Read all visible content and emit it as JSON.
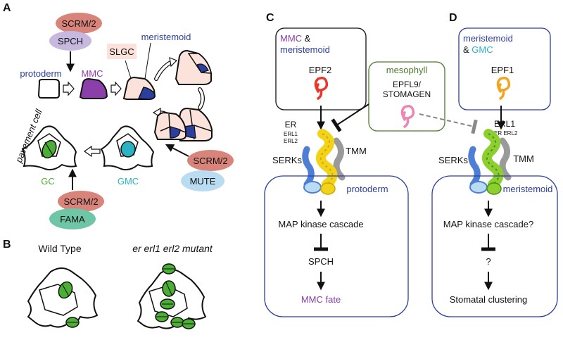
{
  "panels": {
    "A": {
      "letter": "A",
      "proteins": {
        "scrm_top": "SCRM/2",
        "spch": "SPCH",
        "scrm_mid": "SCRM/2",
        "mute": "MUTE",
        "scrm_bottom": "SCRM/2",
        "fama": "FAMA"
      },
      "cells": {
        "protoderm": "protoderm",
        "mmc": "MMC",
        "slgc": "SLGC",
        "meristemoid": "meristemoid",
        "pavement_cell": "pavement cell",
        "gc": "GC",
        "gmc": "GMC"
      }
    },
    "B": {
      "letter": "B",
      "wild_type": "Wild Type",
      "mutant": "er erl1 erl2 mutant"
    },
    "C": {
      "letter": "C",
      "header_part1": "MMC",
      "header_amp": " &",
      "header_part2": "meristemoid",
      "ligand": "EPF2",
      "receptor": "ER",
      "receptor_sub1": "ERL1",
      "receptor_sub2": "ERL2",
      "coreceptor": "SERKs",
      "tmm": "TMM",
      "compartment": "protoderm",
      "step1": "MAP kinase cascade",
      "step2": "SPCH",
      "outcome": "MMC fate"
    },
    "mesophyll": {
      "title": "mesophyll",
      "ligand_line1": "EPFL9/",
      "ligand_line2": "STOMAGEN"
    },
    "D": {
      "letter": "D",
      "header_part1": "meristemoid",
      "header_amp": "& ",
      "header_part2": "GMC",
      "ligand": "EPF1",
      "receptor": "ERL1",
      "receptor_sub": "ER ERL2",
      "coreceptor": "SERKs",
      "tmm": "TMM",
      "compartment": "meristemoid",
      "step1": "MAP kinase cascade?",
      "step2": "?",
      "outcome": "Stomatal clustering"
    },
    "colors": {
      "purple": "#8b3fa8",
      "blue": "#2c3f9e",
      "cyan": "#2bb3c4",
      "green": "#4caf35",
      "scrm": "#d9847a",
      "spch": "#c6b8de",
      "mute": "#b9dcf2",
      "fama": "#6fc6a7",
      "slgc": "#fbe3db",
      "epf2": "#e8382e",
      "epf1": "#f2a421",
      "stomagen": "#ec86b4",
      "mesophyll": "#4f7a2a",
      "er_yellow": "#f3d31a",
      "erl1_green": "#8ccf2e"
    }
  }
}
